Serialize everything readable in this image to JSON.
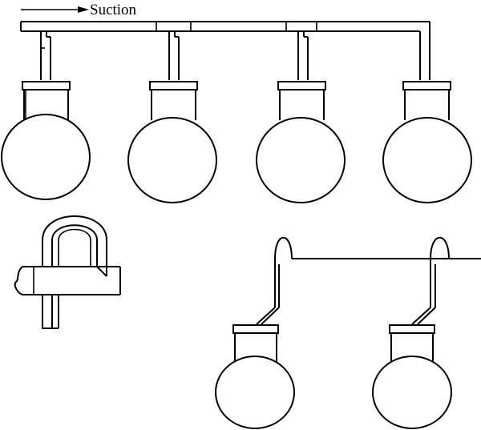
{
  "labels": {
    "suction": "Suction"
  },
  "colors": {
    "stroke": "#000000",
    "background": "#ffffff"
  },
  "figure": {
    "top_bulb_count": 4,
    "bottom_bulb_count": 2
  }
}
